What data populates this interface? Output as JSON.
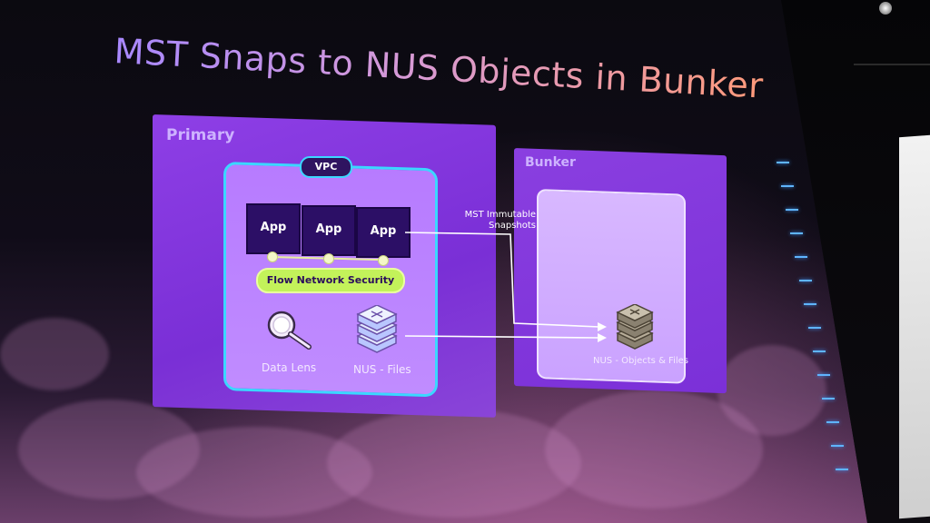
{
  "slide": {
    "title": "MST Snaps to NUS Objects in Bunker",
    "title_gradient": [
      "#a888ff",
      "#d79ad6",
      "#ff9a7a"
    ]
  },
  "primary": {
    "label": "Primary",
    "color": "#7a2fd6",
    "vpc": {
      "label": "VPC",
      "border_color": "#3bd7ff",
      "apps": [
        "App",
        "App",
        "App"
      ],
      "flow_network_security": "Flow Network Security",
      "data_lens": "Data Lens",
      "nus_files": "NUS - Files"
    }
  },
  "bunker": {
    "label": "Bunker",
    "nus_objects": "NUS - Objects & Files"
  },
  "connections": {
    "snapshot_label_line1": "MST Immutable",
    "snapshot_label_line2": "Snapshots"
  },
  "icons": [
    "magnifier-icon",
    "storage-stack-icon",
    "storage-stack-icon"
  ]
}
